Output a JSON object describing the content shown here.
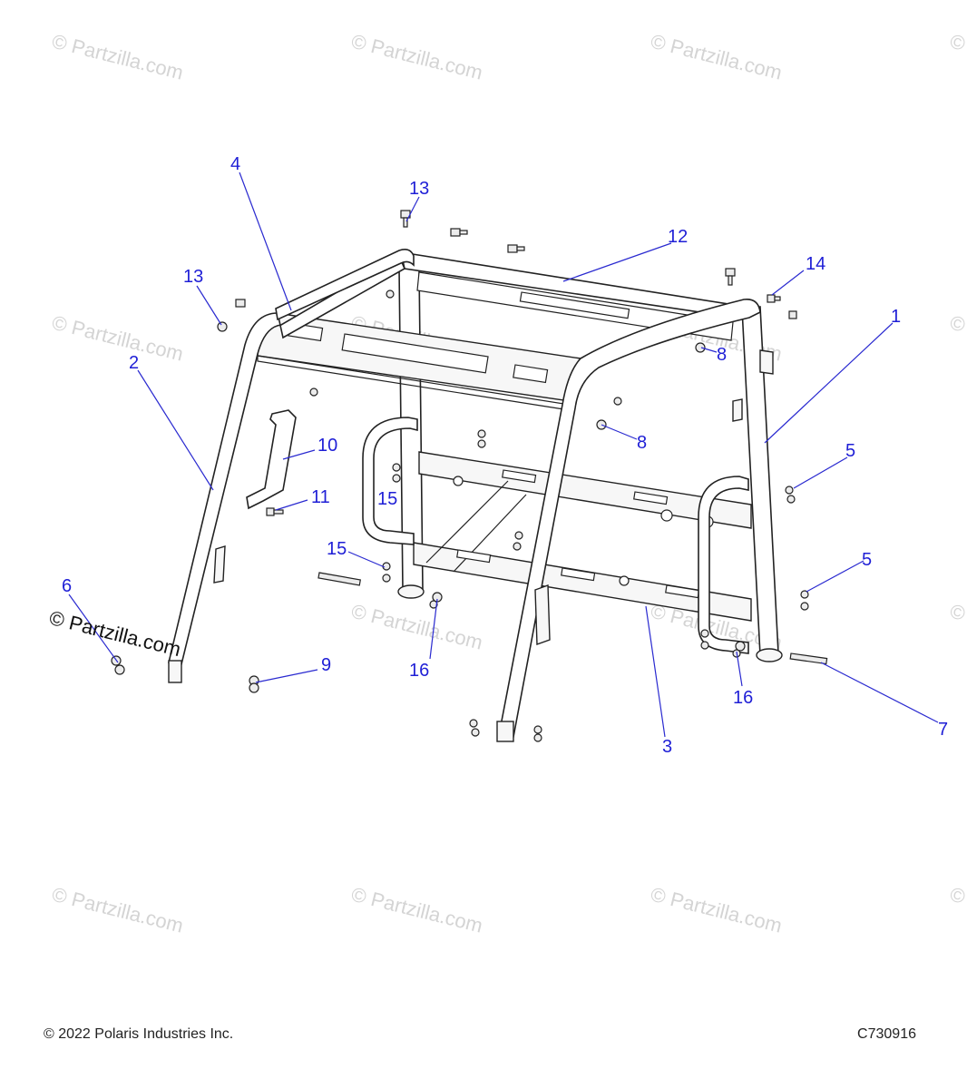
{
  "watermark": {
    "text": "© Partzilla.com"
  },
  "callouts": [
    {
      "label": "1"
    },
    {
      "label": "2"
    },
    {
      "label": "3"
    },
    {
      "label": "4"
    },
    {
      "label": "5"
    },
    {
      "label": "5"
    },
    {
      "label": "6"
    },
    {
      "label": "7"
    },
    {
      "label": "8"
    },
    {
      "label": "8"
    },
    {
      "label": "9"
    },
    {
      "label": "10"
    },
    {
      "label": "11"
    },
    {
      "label": "12"
    },
    {
      "label": "13"
    },
    {
      "label": "13"
    },
    {
      "label": "14"
    },
    {
      "label": "15"
    },
    {
      "label": "15"
    },
    {
      "label": "16"
    },
    {
      "label": "16"
    }
  ],
  "footer": {
    "copyright": "© 2022 Polaris Industries Inc.",
    "figure_id": "C730916"
  },
  "colors": {
    "callout": "#1f1fd6",
    "watermark": "#d4d4d4",
    "line": "#222222"
  }
}
